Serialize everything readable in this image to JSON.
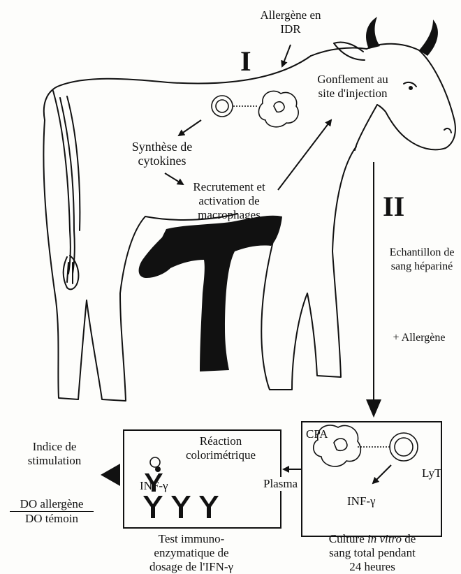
{
  "phase_one": {
    "numeral": "I",
    "allergen_label": "Allergène en IDR"
  },
  "skin_test": {
    "swelling": "Gonflement au site d'injection",
    "cytokines": "Synthèse de cytokines",
    "recruitment": "Recrutement et activation de macrophages"
  },
  "phase_two": {
    "numeral": "II",
    "sample": "Echantillon de sang hépariné",
    "add_allergen": "+ Allergène"
  },
  "culture_box": {
    "apc_label": "CPA",
    "lymphocyte_label": "LyT",
    "cytokine_label": "INF-γ",
    "caption_prefix": "Culture",
    "caption_italic": "in vitro",
    "caption_rest": "de sang total pendant 24 heures"
  },
  "plasma_label": "Plasma",
  "elisa_box": {
    "reaction": "Réaction colorimétrique",
    "cytokine_label": "INF-γ",
    "caption": "Test immuno-enzymatique de dosage de l'IFN-γ"
  },
  "result": {
    "index": "Indice de stimulation",
    "numerator": "DO allergène",
    "denominator": "DO témoin"
  }
}
